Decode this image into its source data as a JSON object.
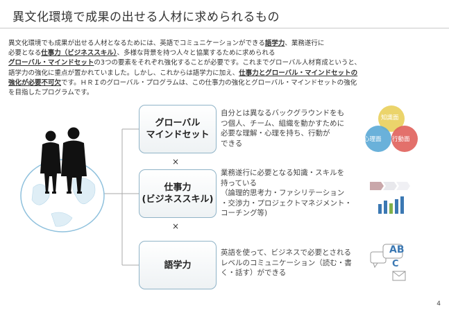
{
  "title": "異文化環境で成果の出せる人材に求められるもの",
  "intro": {
    "line1_a": "異文化環境でも成果が出せる人材となるためには、英語でコミュニケーションができる",
    "line1_b": "語学力",
    "line1_c": "、業務遂行に",
    "line2_a": "必要となる",
    "line2_b": "仕事力（ビジネススキル）",
    "line2_c": "、多様な背景を持つ人々と協業するために求められる",
    "line3_a": "グローバル・マインドセット",
    "line3_b": "の3つの要素をそれぞれ強化することが必要です。これまでグローバル人材育成というと、",
    "line4_a": "語学力の強化に重点が置かれていました。しかし、これからは語学力に加え、",
    "line4_b": "仕事力とグローバル・マインドセットの",
    "line5_a": "強化が必要不可欠",
    "line5_b": "です。ＨＲＩのグローバル・プログラムは、この仕事力の強化とグローバル・マインドセットの強化",
    "line6": "を目指したプログラムです。"
  },
  "pillars": [
    {
      "line1": "グローバル",
      "line2": "マインドセット",
      "desc_lines": [
        "自分とは異なるバックグラウンドをも",
        "つ個人、チーム、組織を動かすために",
        "必要な理解・心理を持ち、行動が",
        "できる"
      ]
    },
    {
      "line1": "仕事力",
      "line2": "(ビジネススキル)",
      "desc_lines": [
        "業務遂行に必要となる知識・スキルを",
        "持っている",
        "（論理的思考力・ファシリテーション",
        "・交渉力・プロジェクトマネジメント・",
        "コーチング等)"
      ]
    },
    {
      "line1": "語学力",
      "desc_lines": [
        "英語を使って、ビジネスで必要とされる",
        "レベルのコミュニケーション（読む・書",
        "く・話す）ができる"
      ]
    }
  ],
  "times_symbol": "×",
  "venn": {
    "top_label": "知識面",
    "left_label": "心理面",
    "right_label": "行動面",
    "colors": {
      "top": "#e9cf5b",
      "left": "#5aa8d6",
      "right": "#e0605b"
    }
  },
  "language_icon": {
    "ab": "AB",
    "c": "C"
  },
  "page_number": "4"
}
